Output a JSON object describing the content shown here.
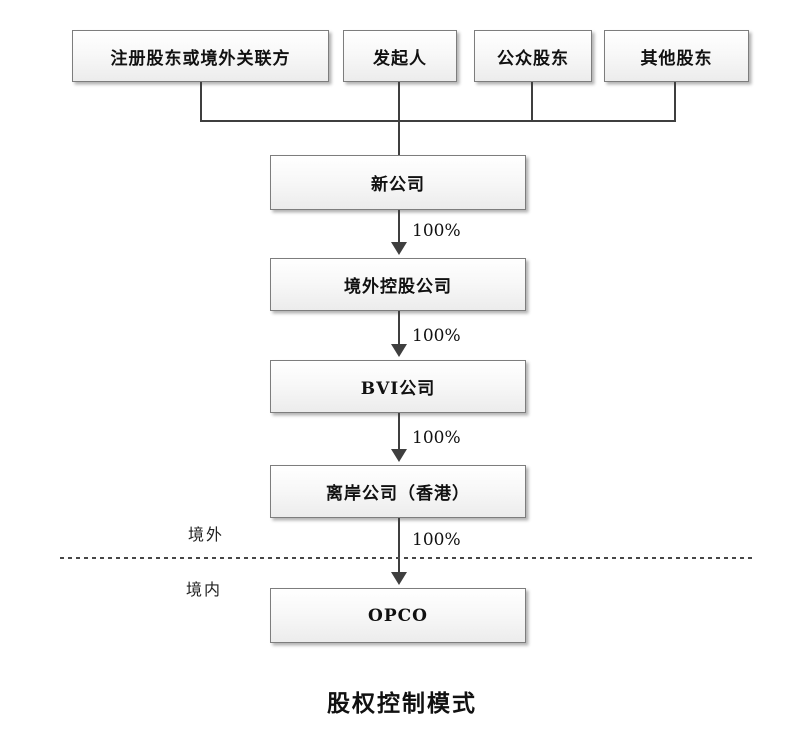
{
  "diagram": {
    "title": "股权控制模式",
    "top_nodes": [
      {
        "label": "注册股东或境外关联方"
      },
      {
        "label": "发起人"
      },
      {
        "label": "公众股东"
      },
      {
        "label": "其他股东"
      }
    ],
    "chain_nodes": [
      {
        "label": "新公司"
      },
      {
        "label": "境外控股公司"
      },
      {
        "label": "BVI公司"
      },
      {
        "label": "离岸公司（香港）"
      },
      {
        "label": "OPCO"
      }
    ],
    "edge_labels": [
      "100%",
      "100%",
      "100%",
      "100%"
    ],
    "region_labels": {
      "above_line": "境外",
      "below_line": "境内"
    },
    "colors": {
      "line": "#3f3f3f",
      "box_border": "#7d7d7d",
      "box_fill_top": "#ffffff",
      "box_fill_bottom": "#ececec",
      "text": "#111111",
      "background": "#ffffff"
    }
  }
}
